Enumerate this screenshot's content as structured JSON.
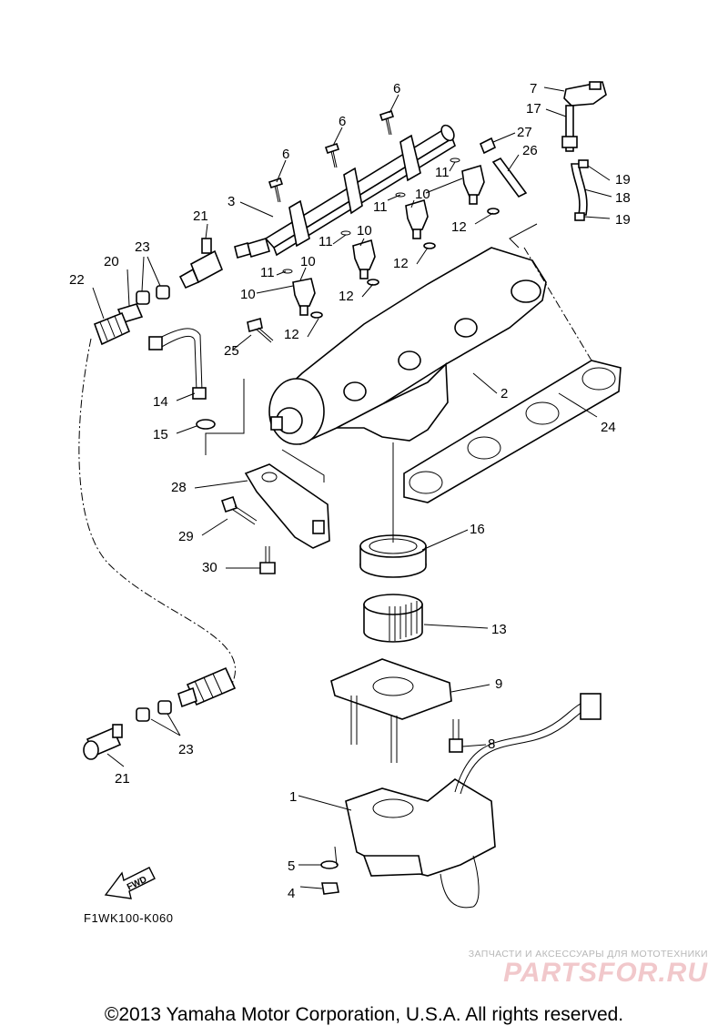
{
  "diagram": {
    "callouts": {
      "p1": "1",
      "p2": "2",
      "p3": "3",
      "p4": "4",
      "p5": "5",
      "p6a": "6",
      "p6b": "6",
      "p6c": "6",
      "p7": "7",
      "p8": "8",
      "p9": "9",
      "p10a": "10",
      "p10b": "10",
      "p10c": "10",
      "p10d": "10",
      "p11a": "11",
      "p11b": "11",
      "p11c": "11",
      "p11d": "11",
      "p12a": "12",
      "p12b": "12",
      "p12c": "12",
      "p12d": "12",
      "p13": "13",
      "p14": "14",
      "p15": "15",
      "p16": "16",
      "p17": "17",
      "p18": "18",
      "p19a": "19",
      "p19b": "19",
      "p20": "20",
      "p21a": "21",
      "p21b": "21",
      "p22": "22",
      "p23a": "23",
      "p23b": "23",
      "p24": "24",
      "p25": "25",
      "p26": "26",
      "p27": "27",
      "p28": "28",
      "p29": "29",
      "p30": "30"
    },
    "fwd_label": "FWD",
    "drawing_code": "F1WK100-K060"
  },
  "watermark": {
    "tagline": "ЗАПЧАСТИ И АКСЕССУАРЫ ДЛЯ МОТОТЕХНИКИ",
    "brand": "PARTSFOR.RU"
  },
  "footer": {
    "copyright": "©2013 Yamaha Motor Corporation, U.S.A. All rights reserved."
  }
}
